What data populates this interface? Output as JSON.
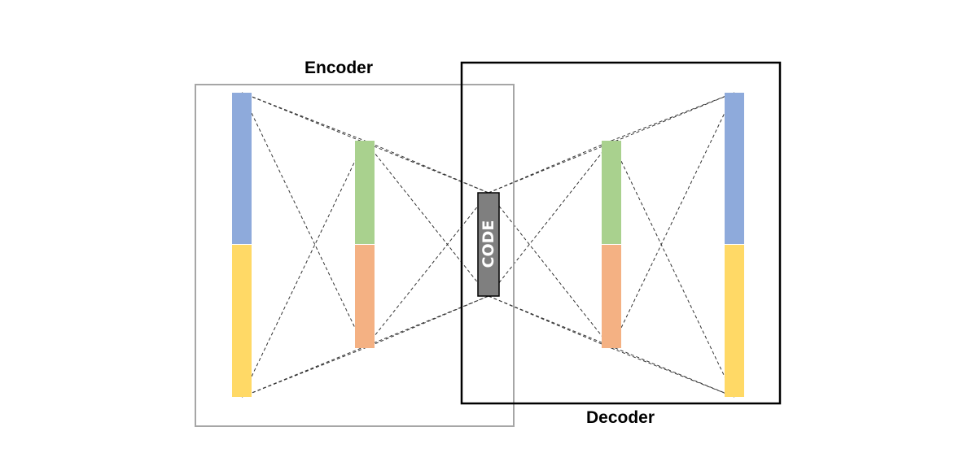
{
  "encoder": {
    "label": "Encoder",
    "border_color": "#a6a6a6"
  },
  "decoder": {
    "label": "Decoder",
    "border_color": "#000000"
  },
  "code": {
    "label": "CODE",
    "fill_color": "#7f7f7f",
    "border_color": "#000000"
  },
  "colors": {
    "blue": "#8eaadb",
    "yellow": "#ffd966",
    "green": "#a9d18e",
    "orange": "#f4b183",
    "connection": "#333333"
  },
  "layers": {
    "input": {
      "segments": [
        "blue",
        "yellow"
      ]
    },
    "encoder_hidden": {
      "segments": [
        "green",
        "orange"
      ]
    },
    "decoder_hidden": {
      "segments": [
        "green",
        "orange"
      ]
    },
    "output": {
      "segments": [
        "blue",
        "yellow"
      ]
    }
  }
}
